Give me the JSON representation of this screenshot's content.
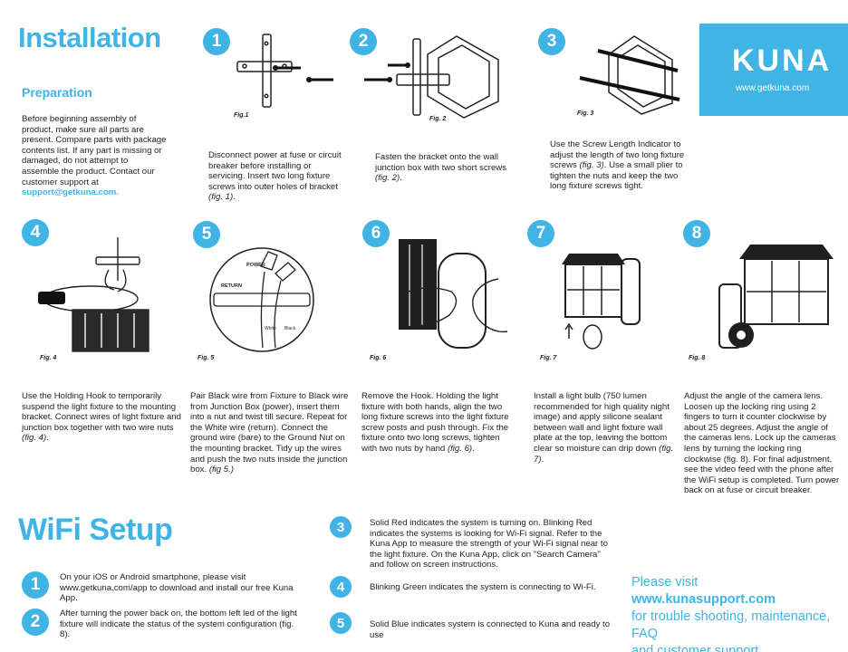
{
  "installation": {
    "title": "Installation",
    "preparation_heading": "Preparation",
    "preparation_text": "Before beginning assembly of product, make sure all parts are present. Compare parts with package contents list. If any part is missing or damaged, do not attempt to assemble the product. Contact our customer support at",
    "support_email": "support@getkuna.com."
  },
  "brand": {
    "logo": "KUNA",
    "url": "www.getkuna.com",
    "accent_color": "#3fb4e5"
  },
  "steps": [
    {
      "number": "1",
      "fig": "Fig.1",
      "text": "Disconnect power at fuse or circuit breaker before installing or servicing. Insert two long fixture screws into outer holes of bracket",
      "fig_ref": "(fig. 1)",
      "tail": "."
    },
    {
      "number": "2",
      "fig": "Fig. 2",
      "text": "Fasten the bracket onto the wall junction box with two short screws",
      "fig_ref": "(fig. 2)",
      "tail": "."
    },
    {
      "number": "3",
      "fig": "Fig. 3",
      "text": "Use the Screw Length Indicator to adjust the length of two long fixture screws",
      "fig_ref": "(fig. 3)",
      "tail": ". Use a small plier to tighten the nuts and keep the two long fixture screws tight."
    },
    {
      "number": "4",
      "fig": "Fig. 4",
      "text": "Use the Holding Hook to temporarily suspend the light fixture to the mounting bracket. Connect wires of light fixture and junction box together with two wire nuts",
      "fig_ref": "(fig. 4)",
      "tail": "."
    },
    {
      "number": "5",
      "fig": "Fig. 5",
      "text": "Pair Black wire from Fixture to Black wire from Junction Box (power), insert them into a nut and twist till secure. Repeat for the White wire (return). Connect the ground wire (bare) to the Ground Nut on the mounting bracket. Tidy up the wires and push the two nuts inside the junction box.",
      "fig_ref": "(fig 5.)",
      "tail": ""
    },
    {
      "number": "6",
      "fig": "Fig. 6",
      "text": "Remove the Hook. Holding the light fixture with both hands, align the two long fixture screws into the light fixture screw posts and push through. Fix the fixture onto two long screws, tighten with two nuts by hand",
      "fig_ref": "(fig. 6)",
      "tail": "."
    },
    {
      "number": "7",
      "fig": "Fig. 7",
      "text": "Install a light bulb (750 lumen recommended for high quality night image) and apply silicone sealant between wall and light fixture wall plate at the top, leaving the bottom clear so moisture can drip down",
      "fig_ref": "(fig. 7)",
      "tail": "."
    },
    {
      "number": "8",
      "fig": "Fig. 8",
      "text": "Adjust the angle of the camera lens. Loosen up the locking ring using 2 fingers to turn it counter clockwise by about 25 degrees. Adjust the angle of the cameras lens. Lock up the cameras lens by turning the locking ring clockwise (fig. 8). For final adjustment, see the video feed with the phone after the WiFi setup is completed. Turn power back on at fuse or circuit breaker.",
      "fig_ref": "",
      "tail": ""
    }
  ],
  "fig5_labels": {
    "power": "POWER",
    "return": "RETURN",
    "white": "White",
    "black": "Black"
  },
  "wifi": {
    "title": "WiFi Setup",
    "steps": [
      {
        "number": "1",
        "text": "On your iOS or Android smartphone, please visit www.getkuna.com/app to download and install our free Kuna App."
      },
      {
        "number": "2",
        "text": "After turning the power back on, the bottom left led of the light fixture will indicate the status of the system configuration (fig. 8)."
      },
      {
        "number": "3",
        "text": "Solid Red indicates the system is turning on. Blinking Red indicates the systems is looking for Wi-Fi signal. Refer to the Kuna App to measure the strength of your Wi-Fi signal near to the light fixture. On the Kuna App, click on \"Search Camera\" and follow on screen instructions."
      },
      {
        "number": "4",
        "text": "Blinking Green indicates the system is connecting to Wi-Fi."
      },
      {
        "number": "5",
        "text": "Solid Blue indicates system is connected to Kuna and ready to use"
      }
    ]
  },
  "support": {
    "line1_prefix": "Please visit",
    "line1_link": "www.kunasupport.com",
    "line2": "for trouble shooting, maintenance, FAQ",
    "line3": "and customer support."
  }
}
